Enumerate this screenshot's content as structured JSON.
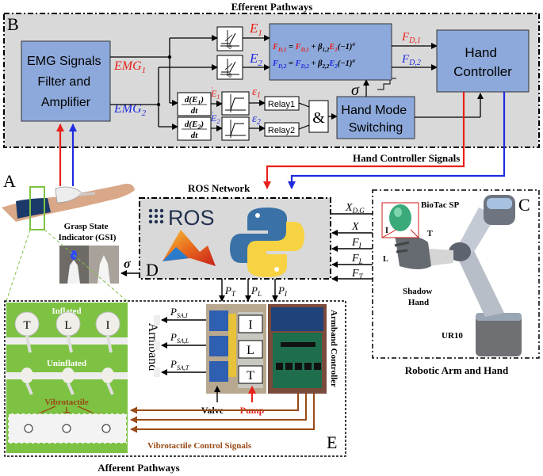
{
  "top": {
    "title": "Efferent Pathways",
    "panel_letter": "B",
    "emg_block": "EMG Signals Filter and Amplifier",
    "emg1": "EMG",
    "emg1_sub": "1",
    "emg2": "EMG",
    "emg2_sub": "2",
    "deriv1_num": "d(E",
    "deriv1_sub": "1",
    "deriv1_close": ")",
    "deriv2_num": "d(E",
    "deriv2_sub": "2",
    "deriv2_close": ")",
    "deriv_den": "dt",
    "theta": "θ",
    "e1": "E",
    "e1_sub": "1",
    "e2": "E",
    "e2_sub": "2",
    "e1dot": "E",
    "e1dot_sub": "1",
    "e2dot": "E",
    "e2dot_sub": "2",
    "eps1": "ε",
    "eps1_sub": "1",
    "eps2": "ε",
    "eps2_sub": "2",
    "relay1": "Relay1",
    "relay2": "Relay2",
    "and_symbol": "&",
    "eq1": "F_D,1 = F_D,1 + β_1,2 E_1 (−1)^σ",
    "eq2": "F_D,2 = F_D,2 + β_2,2 E_2 (−1)^σ",
    "fd1": "F",
    "fd1_sub": "D,1",
    "fd2": "F",
    "fd2_sub": "D,2",
    "sigma": "σ",
    "hand_mode": "Hand Mode Switching",
    "hand_controller": "Hand Controller"
  },
  "middle": {
    "hand_controller_signals": "Hand Controller Signals",
    "ros_network": "ROS Network",
    "ros_logo": "ROS",
    "panel_d": "D",
    "panel_a": "A",
    "panel_c": "C",
    "gsi_label": "Grasp State Indicator (GSI)",
    "sigma_out": "σ",
    "out_xdg": "X",
    "out_xdg_sub": "D,G",
    "in_x": "X",
    "in_fi": "F",
    "in_fi_sub": "I",
    "in_fl": "F",
    "in_fl_sub": "L",
    "in_ft": "F",
    "in_ft_sub": "T",
    "pt": "P",
    "pt_sub": "T",
    "pl": "P",
    "pl_sub": "L",
    "pi": "P",
    "pi_sub": "I"
  },
  "robot": {
    "biotac": "BioTac SP",
    "finger_i": "I",
    "finger_l": "L",
    "finger_t": "T",
    "shadow_hand": "Shadow Hand",
    "ur10": "UR10",
    "caption": "Robotic Arm and Hand"
  },
  "bottom": {
    "panel_e": "E",
    "inflated": "Inflated",
    "uninflated": "Uninflated",
    "vibrotactile": "Vibrotactile",
    "balloon_t": "T",
    "balloon_l": "L",
    "balloon_i": "I",
    "armband": "Armband",
    "psa_i": "P",
    "psa_i_sub": "SA,I",
    "psa_l": "P",
    "psa_l_sub": "SA,L",
    "psa_t": "P",
    "psa_t_sub": "SA,T",
    "valve_i": "I",
    "valve_l": "L",
    "valve_t": "T",
    "valve": "Valve",
    "pump": "Pump",
    "armband_controller": "Armband Controller",
    "vibro_signals": "Vibrotactile Control Signals",
    "caption": "Afferent Pathways"
  },
  "colors": {
    "blue_box": "#8DA9DB",
    "red": "#E8211A",
    "blue": "#1F2BE0",
    "brown": "#9A4B17",
    "green_bg": "#7DC242",
    "gray_panel": "#D9D9D9"
  }
}
